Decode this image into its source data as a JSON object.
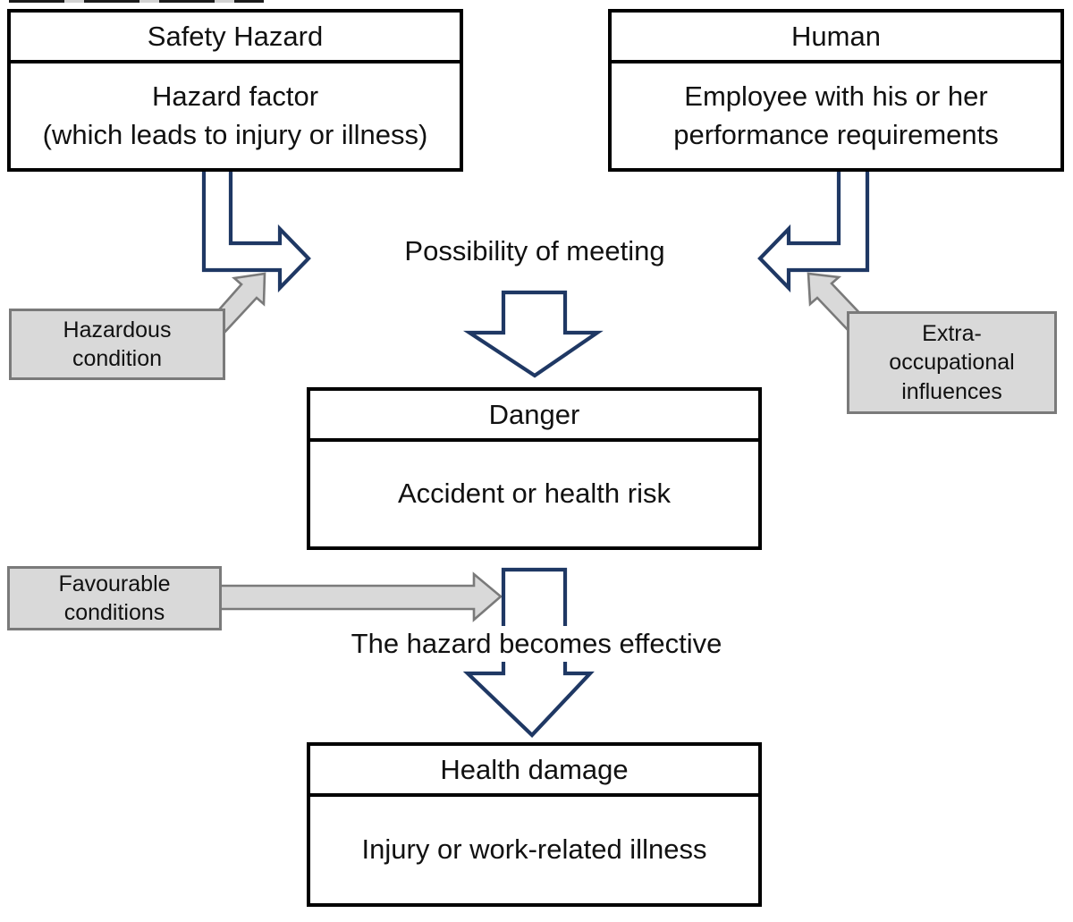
{
  "colors": {
    "background": "#ffffff",
    "text": "#111111",
    "box_border": "#000000",
    "arrow_navy": "#1f3864",
    "label_fill": "#d9d9d9",
    "label_border": "#7a7a7a"
  },
  "boxes": {
    "safety_hazard": {
      "title": "Safety Hazard",
      "body": "Hazard factor\n(which leads to injury or illness)"
    },
    "human": {
      "title": "Human",
      "body": "Employee with his or her\nperformance requirements"
    },
    "danger": {
      "title": "Danger",
      "body": "Accident or health risk"
    },
    "health_damage": {
      "title": "Health damage",
      "body": "Injury or work-related illness"
    }
  },
  "labels": {
    "hazardous_condition": "Hazardous\ncondition",
    "extra_occupational": "Extra-\noccupational\ninfluences",
    "favourable_conditions": "Favourable\nconditions"
  },
  "captions": {
    "possibility_of_meeting": "Possibility of meeting",
    "hazard_becomes_effective": "The hazard becomes effective"
  },
  "arrows": [
    {
      "name": "safety-hazard-to-meeting",
      "from": "safety_hazard",
      "to": "possibility_of_meeting",
      "style": "navy-bent-right"
    },
    {
      "name": "human-to-meeting",
      "from": "human",
      "to": "possibility_of_meeting",
      "style": "navy-bent-left"
    },
    {
      "name": "meeting-to-danger",
      "from": "possibility_of_meeting",
      "to": "danger",
      "style": "navy-down"
    },
    {
      "name": "danger-to-health-damage",
      "from": "danger",
      "to": "health_damage",
      "style": "navy-down"
    },
    {
      "name": "hazardous-condition-influence",
      "from": "hazardous_condition",
      "to": "safety-hazard-to-meeting",
      "style": "gray-diagonal"
    },
    {
      "name": "extra-occupational-influence",
      "from": "extra_occupational",
      "to": "human-to-meeting",
      "style": "gray-diagonal"
    },
    {
      "name": "favourable-conditions-influence",
      "from": "favourable_conditions",
      "to": "danger-to-health-damage",
      "style": "gray-horizontal"
    }
  ]
}
